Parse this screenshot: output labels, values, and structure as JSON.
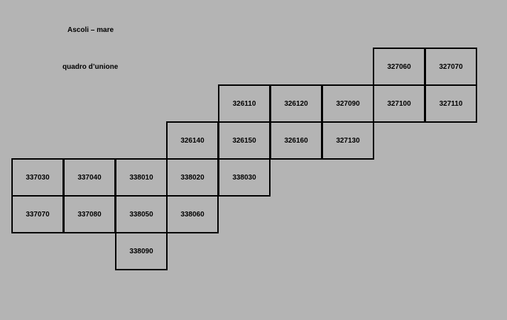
{
  "map": {
    "title": "Ascoli – mare",
    "subtitle": "quadro d’unione",
    "colors": {
      "background": "#b4b4b4",
      "border": "#000000",
      "text": "#000000"
    }
  },
  "sheets": [
    {
      "id": "327060"
    },
    {
      "id": "327070"
    },
    {
      "id": "326110"
    },
    {
      "id": "326120"
    },
    {
      "id": "327090"
    },
    {
      "id": "327100"
    },
    {
      "id": "327110"
    },
    {
      "id": "326140"
    },
    {
      "id": "326150"
    },
    {
      "id": "326160"
    },
    {
      "id": "327130"
    },
    {
      "id": "337030"
    },
    {
      "id": "337040"
    },
    {
      "id": "338010"
    },
    {
      "id": "338020"
    },
    {
      "id": "338030"
    },
    {
      "id": "337070"
    },
    {
      "id": "337080"
    },
    {
      "id": "338050"
    },
    {
      "id": "338060"
    },
    {
      "id": "338090"
    }
  ]
}
